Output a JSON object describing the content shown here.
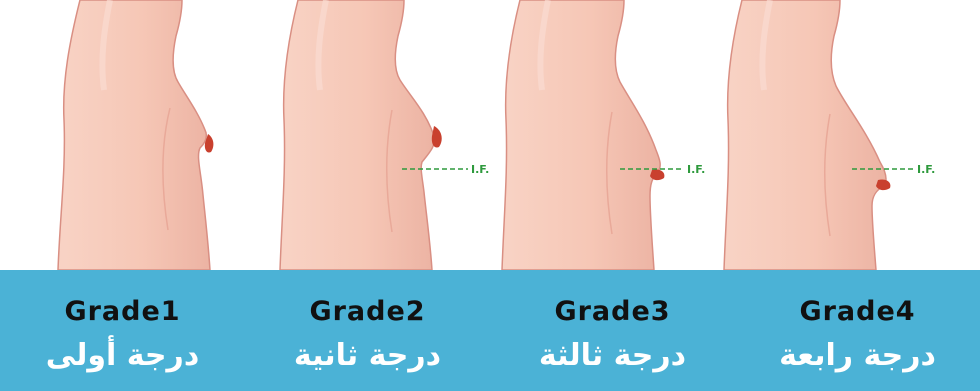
{
  "colors": {
    "band": "#4bb2d6",
    "skin": "#f6c7b6",
    "skin_shadow": "#e9a999",
    "outline": "#d98f83",
    "nipple": "#c9402e",
    "if_line": "#2e9a3d",
    "grade_text": "#111111",
    "arabic_text": "#ffffff"
  },
  "figures": [
    {
      "name": "grade1-figure",
      "if_label": ""
    },
    {
      "name": "grade2-figure",
      "if_label": "I.F."
    },
    {
      "name": "grade3-figure",
      "if_label": "I.F."
    },
    {
      "name": "grade4-figure",
      "if_label": "I.F."
    }
  ],
  "grades": [
    {
      "label": "Grade1",
      "arabic": "درجة أولى"
    },
    {
      "label": "Grade2",
      "arabic": "درجة ثانية"
    },
    {
      "label": "Grade3",
      "arabic": "درجة ثالثة"
    },
    {
      "label": "Grade4",
      "arabic": "درجة رابعة"
    }
  ]
}
